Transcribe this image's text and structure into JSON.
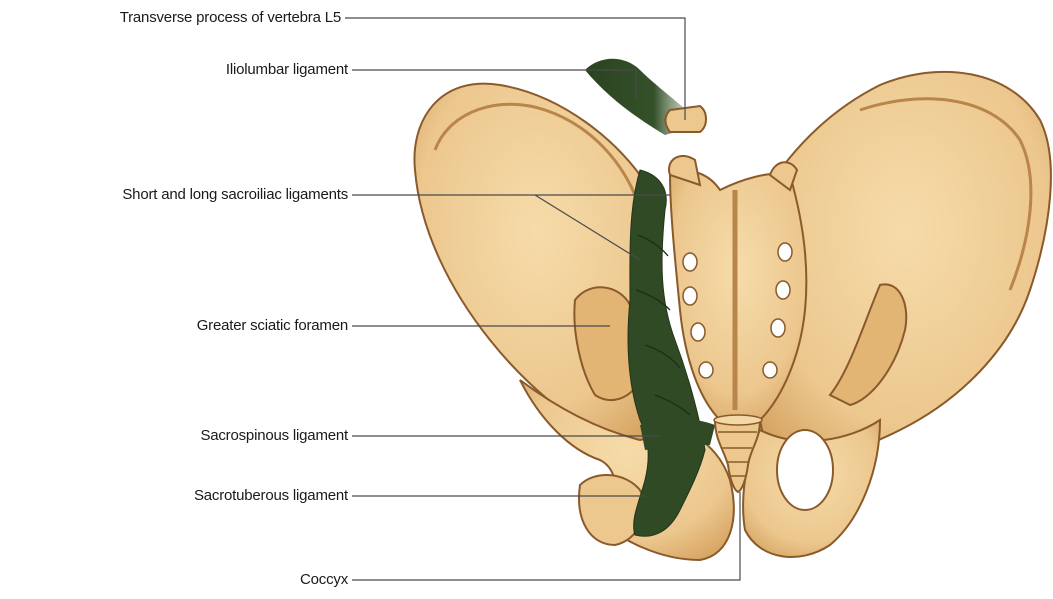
{
  "labels": {
    "transverse": "Transverse process of vertebra L5",
    "iliolumbar": "Iliolumbar ligament",
    "sacroiliac": "Short and long sacroiliac ligaments",
    "sciatic": "Greater sciatic foramen",
    "sacrospinous": "Sacrospinous ligament",
    "sacrotuberous": "Sacrotuberous ligament",
    "coccyx": "Coccyx"
  },
  "colors": {
    "bone": "#ecc78e",
    "bone_shadow": "#d9a865",
    "bone_outline": "#8a5a2b",
    "ligament": "#2f4a24",
    "leader_line": "#4a4a4a"
  }
}
